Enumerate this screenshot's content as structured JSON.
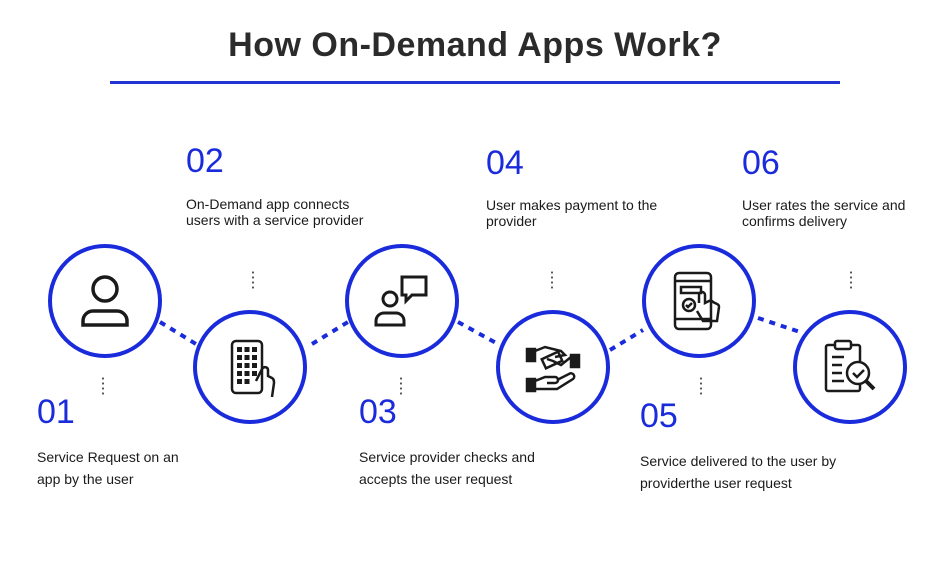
{
  "header": {
    "title": "How On-Demand Apps Work?"
  },
  "colors": {
    "accent": "#1a2bdc",
    "text": "#1a1a1a"
  },
  "steps": [
    {
      "number": "01",
      "text": "Service Request on an app by the user",
      "icon": "user-icon"
    },
    {
      "number": "02",
      "text": "On-Demand app connects users with a service provider",
      "icon": "phone-keypad-icon"
    },
    {
      "number": "03",
      "text": "Service provider checks and accepts the user request",
      "icon": "user-chat-icon"
    },
    {
      "number": "04",
      "text": "User makes payment to the provider",
      "icon": "payment-hands-icon"
    },
    {
      "number": "05",
      "text": "Service delivered to the user by providerthe user request",
      "icon": "phone-touch-icon"
    },
    {
      "number": "06",
      "text": "User rates the service and confirms delivery",
      "icon": "clipboard-check-icon"
    }
  ]
}
